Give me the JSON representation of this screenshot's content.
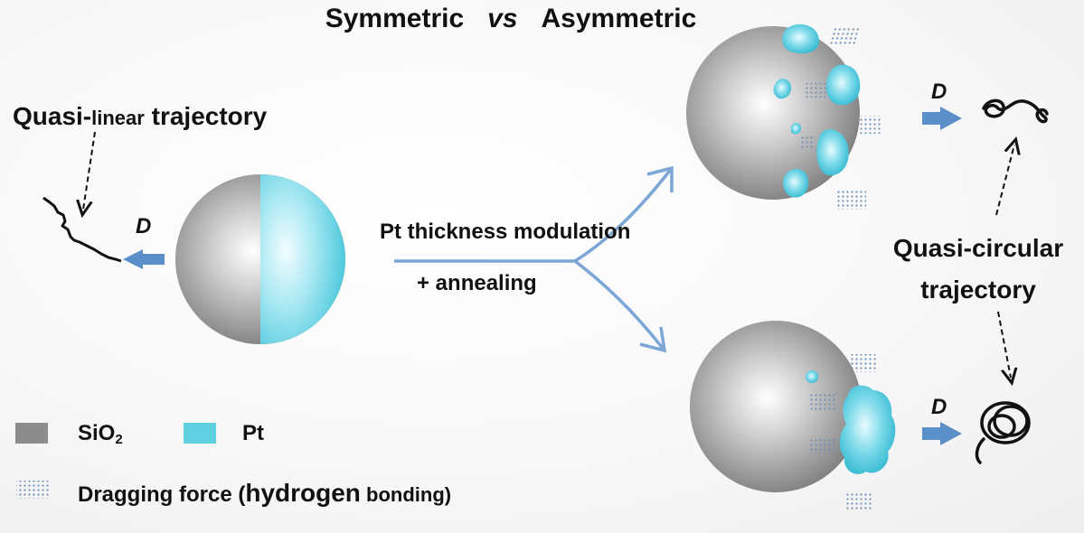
{
  "title": {
    "left": "Symmetric",
    "vs": "vs",
    "right": "Asymmetric"
  },
  "annotations": {
    "quasi_linear_main": "Quasi-",
    "quasi_linear_small": "linear",
    "quasi_linear_end": " trajectory",
    "process_line1": "Pt thickness modulation",
    "process_line2": "+ annealing",
    "quasi_circular_line1": "Quasi-circular",
    "quasi_circular_line2": "trajectory",
    "direction_label": "D"
  },
  "legend": {
    "sio2_label": "SiO",
    "sio2_sub": "2",
    "pt_label": "Pt",
    "drag_part1": "Dragging force (",
    "drag_part2": "hydrogen",
    "drag_part3": " bonding)"
  },
  "colors": {
    "sio2": "#8c8c8c",
    "pt": "#5fd0e0",
    "arrow": "#5b8fc9"
  }
}
